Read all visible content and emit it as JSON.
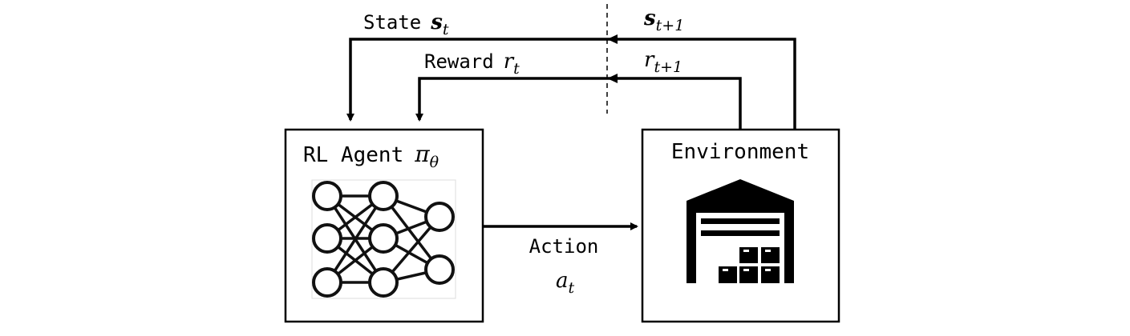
{
  "diagram": {
    "state_label": "State",
    "state_symbol": "s",
    "state_subscript": "t",
    "next_state_symbol": "s",
    "next_state_subscript": "t+1",
    "reward_label": "Reward",
    "reward_symbol": "r",
    "reward_subscript": "t",
    "next_reward_symbol": "r",
    "next_reward_subscript": "t+1",
    "agent_label": "RL Agent",
    "agent_policy_symbol": "π",
    "agent_policy_subscript": "θ",
    "environment_label": "Environment",
    "action_label": "Action",
    "action_symbol": "a",
    "action_subscript": "t"
  },
  "colors": {
    "stroke": "#000000",
    "background": "#ffffff"
  },
  "icons": {
    "agent": "neural-network-icon",
    "environment": "warehouse-icon"
  }
}
